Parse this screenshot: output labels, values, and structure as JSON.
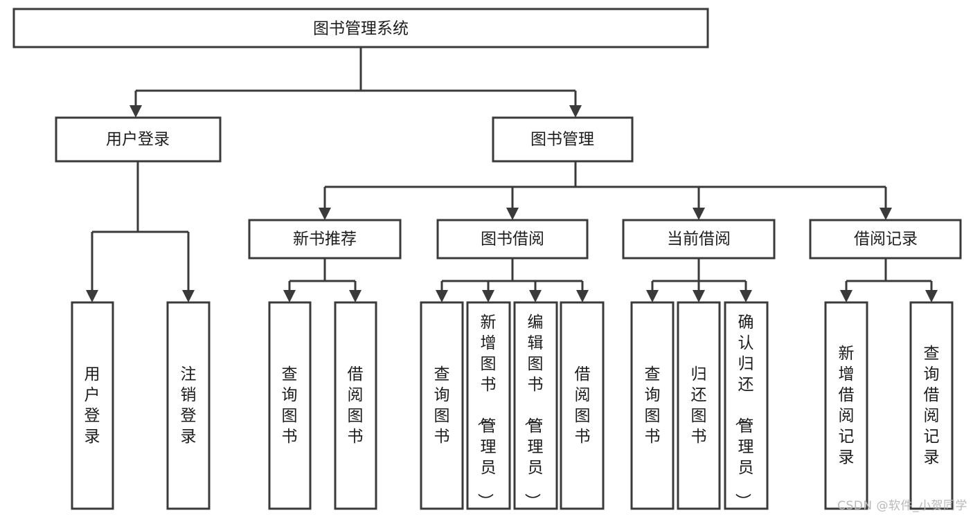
{
  "diagram": {
    "title": "图书管理系统",
    "watermark": "CSDN @软件_小贺同学",
    "colors": {
      "stroke": "#3a3a3a",
      "fill": "#ffffff",
      "text": "#1c1c1c",
      "watermark": "#b9b9b9",
      "background": "#ffffff"
    },
    "levels": [
      {
        "level": 1,
        "nodes": [
          {
            "id": "root",
            "label": "图书管理系统",
            "orientation": "horizontal"
          }
        ]
      },
      {
        "level": 2,
        "nodes": [
          {
            "id": "login",
            "label": "用户登录",
            "orientation": "horizontal"
          },
          {
            "id": "bookmgmt",
            "label": "图书管理",
            "orientation": "horizontal"
          }
        ]
      },
      {
        "level": 3,
        "nodes": [
          {
            "id": "newbook",
            "label": "新书推荐",
            "orientation": "horizontal"
          },
          {
            "id": "borrow",
            "label": "图书借阅",
            "orientation": "horizontal"
          },
          {
            "id": "current",
            "label": "当前借阅",
            "orientation": "horizontal"
          },
          {
            "id": "records",
            "label": "借阅记录",
            "orientation": "horizontal"
          }
        ]
      },
      {
        "level": 4,
        "nodes": [
          {
            "id": "leaf-1",
            "label": "用户登录",
            "orientation": "vertical",
            "parent": "login"
          },
          {
            "id": "leaf-2",
            "label": "注销登录",
            "orientation": "vertical",
            "parent": "login"
          },
          {
            "id": "leaf-3",
            "label": "查询图书",
            "orientation": "vertical",
            "parent": "newbook"
          },
          {
            "id": "leaf-4",
            "label": "借阅图书",
            "orientation": "vertical",
            "parent": "newbook"
          },
          {
            "id": "leaf-5",
            "label": "查询图书",
            "orientation": "vertical",
            "parent": "borrow"
          },
          {
            "id": "leaf-6",
            "label": "新增图书（管理员）",
            "orientation": "vertical",
            "parent": "borrow"
          },
          {
            "id": "leaf-7",
            "label": "编辑图书（管理员）",
            "orientation": "vertical",
            "parent": "borrow"
          },
          {
            "id": "leaf-8",
            "label": "借阅图书",
            "orientation": "vertical",
            "parent": "borrow"
          },
          {
            "id": "leaf-9",
            "label": "查询图书",
            "orientation": "vertical",
            "parent": "current"
          },
          {
            "id": "leaf-10",
            "label": "归还图书",
            "orientation": "vertical",
            "parent": "current"
          },
          {
            "id": "leaf-11",
            "label": "确认归还（管理员）",
            "orientation": "vertical",
            "parent": "current"
          },
          {
            "id": "leaf-12",
            "label": "新增借阅记录",
            "orientation": "vertical",
            "parent": "records"
          },
          {
            "id": "leaf-13",
            "label": "查询借阅记录",
            "orientation": "vertical",
            "parent": "records"
          }
        ]
      }
    ],
    "edges": [
      {
        "from": "root",
        "to": "login"
      },
      {
        "from": "root",
        "to": "bookmgmt"
      },
      {
        "from": "bookmgmt",
        "to": "newbook"
      },
      {
        "from": "bookmgmt",
        "to": "borrow"
      },
      {
        "from": "bookmgmt",
        "to": "current"
      },
      {
        "from": "bookmgmt",
        "to": "records"
      },
      {
        "from": "login",
        "to": "leaf-1"
      },
      {
        "from": "login",
        "to": "leaf-2"
      },
      {
        "from": "newbook",
        "to": "leaf-3"
      },
      {
        "from": "newbook",
        "to": "leaf-4"
      },
      {
        "from": "borrow",
        "to": "leaf-5"
      },
      {
        "from": "borrow",
        "to": "leaf-6"
      },
      {
        "from": "borrow",
        "to": "leaf-7"
      },
      {
        "from": "borrow",
        "to": "leaf-8"
      },
      {
        "from": "current",
        "to": "leaf-9"
      },
      {
        "from": "current",
        "to": "leaf-10"
      },
      {
        "from": "current",
        "to": "leaf-11"
      },
      {
        "from": "records",
        "to": "leaf-12"
      },
      {
        "from": "records",
        "to": "leaf-13"
      }
    ]
  }
}
